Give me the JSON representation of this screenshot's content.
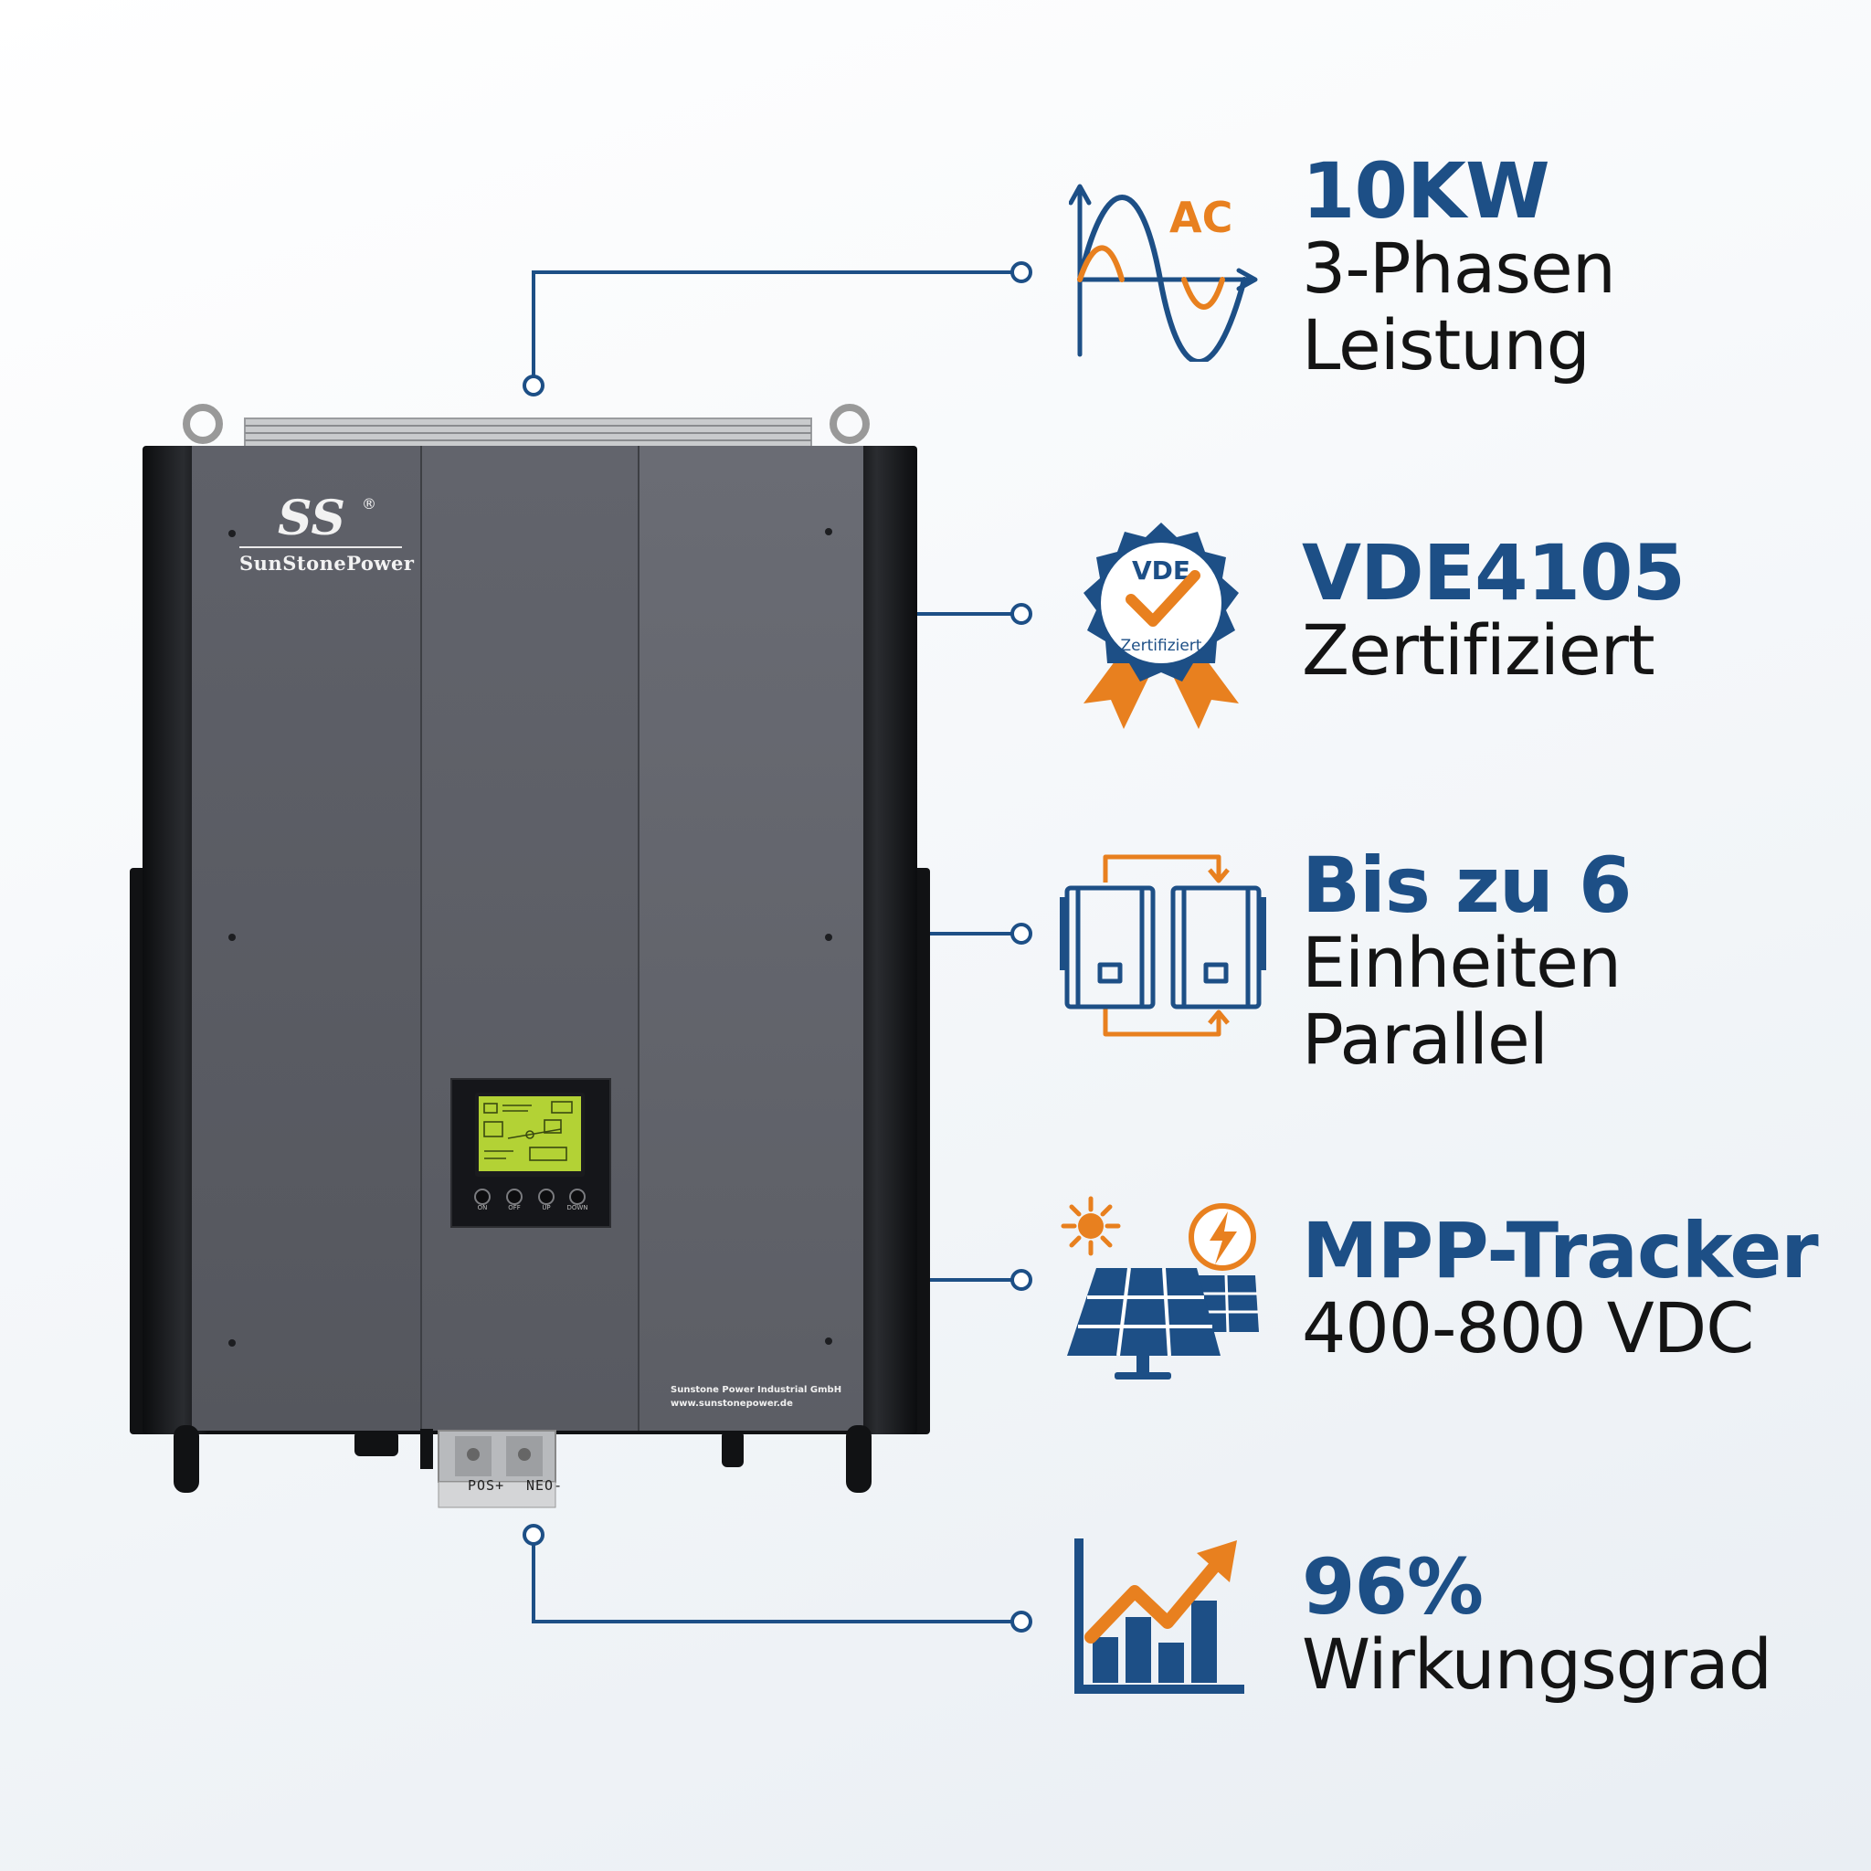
{
  "product": {
    "brand": "SunStonePower",
    "logo_mark": "SS",
    "registered_mark": "®",
    "company_name": "Sunstone Power Industrial GmbH",
    "company_url": "www.sunstonepower.de",
    "terminals": [
      "POS+",
      "NEO-"
    ],
    "lcd_buttons": [
      "ON",
      "OFF",
      "UP",
      "DOWN"
    ]
  },
  "features": [
    {
      "headline": "10KW",
      "lines": [
        "3-Phasen",
        "Leistung"
      ],
      "icon": "ac-sine-wave-icon",
      "icon_label": "AC"
    },
    {
      "headline": "VDE4105",
      "lines": [
        "Zertifiziert"
      ],
      "icon": "vde-certified-badge-icon",
      "badge_top": "VDE",
      "badge_bottom": "Zertifiziert"
    },
    {
      "headline": "Bis zu 6",
      "lines": [
        "Einheiten",
        "Parallel"
      ],
      "icon": "parallel-units-icon"
    },
    {
      "headline": "MPP-Tracker",
      "lines": [
        "400-800 VDC"
      ],
      "icon": "solar-panel-icon"
    },
    {
      "headline": "96%",
      "lines": [
        "Wirkungsgrad"
      ],
      "icon": "efficiency-chart-icon"
    }
  ],
  "colors": {
    "brand_blue": "#1d4f86",
    "accent_orange": "#e8801f",
    "text_dark": "#141414",
    "inverter_grey": "#5c5e66"
  }
}
